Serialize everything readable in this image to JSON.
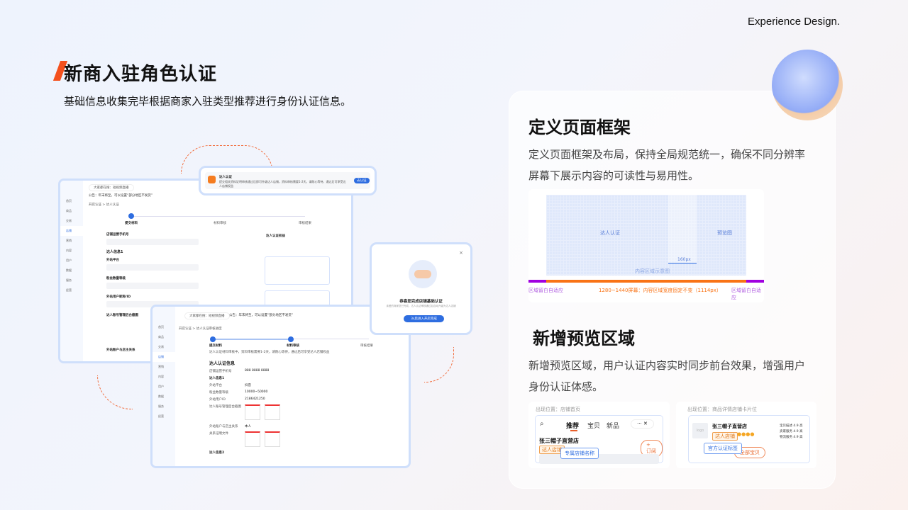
{
  "brand": "Experience Design.",
  "header": {
    "title": "新商入驻角色认证",
    "subtitle": "基础信息收集完毕根据商家入驻类型推荐进行身份认证信息。"
  },
  "section1": {
    "title": "定义页面框架",
    "desc_line1": "定义页面框架及布局，保持全局规范统一，确保不同分辨率",
    "desc_line2": "屏幕下展示内容的可读性与易用性。",
    "diagram": {
      "main_label": "达人认证",
      "preview_label": "预览图",
      "gap_label": "160px",
      "content_label": "内容区域示意图",
      "left_label": "区域留白自适应",
      "center_label": "1280~1440屏幕：内容区域宽度固定不变（1114px）",
      "right_label": "区域留白自适应",
      "colors": {
        "margin": "#a000e0",
        "content": "#f97316"
      }
    }
  },
  "section2": {
    "title": "新增预览区域",
    "desc_line1": "新增预览区域，用户认证内容实时同步前台效果，增强用户",
    "desc_line2": "身份认证体感。",
    "preview1": {
      "location": "出现位置：店铺首页",
      "tabs": [
        "推荐",
        "宝贝",
        "新品"
      ],
      "shop": "张三帽子直营店",
      "tag": "达人店铺",
      "subscribe": "+ 订阅",
      "tip": "专属店铺名称"
    },
    "preview2": {
      "location": "出现位置：商品详情店铺卡片位",
      "logo": "logo",
      "shop": "张三帽子直营店",
      "tag": "达人店铺",
      "ratings": [
        "宝贝描述 4.9 高",
        "卖家服务 4.9 高",
        "物流服务 4.9 高"
      ],
      "tip": "官方认证标签",
      "all": "全部宝贝"
    }
  },
  "mock1": {
    "search": "大家都在搜：短视频直播",
    "notice": "公告：年末将至，可以设置“部分地区不发货”",
    "nav": [
      "首页",
      "商品",
      "交易",
      "店铺",
      "营销",
      "内容",
      "用户",
      "数据",
      "服务",
      "经营"
    ],
    "breadcrumb": "开店认证 > 达人认证",
    "steps": [
      "提交材料",
      "材料审核",
      "审核结果"
    ],
    "form": [
      "店铺运营手机号",
      "达人信息1",
      "外站平台",
      "粉丝数量等级",
      "外站用户昵称/ID",
      "达人账号管理后台截图",
      "外站账户与店主关系"
    ],
    "benefit_title": "达人认证权益"
  },
  "notification": {
    "title": "达人认证",
    "text": "提交相关资料证明审核通过后即可升级达人店铺，资料审核需要1-2天，请耐心等待，通过后可享受达人店铺权益",
    "button": "去认证"
  },
  "mock2": {
    "breadcrumb": "开店认证 > 达人认证审核进度",
    "status": "达人认证材料审核中，资料审核需要1-2天，请耐心等待，通过后可享受达人店铺权益",
    "section": "达人认证信息",
    "rows": [
      [
        "店铺运营手机号",
        "888 8888 8888"
      ],
      [
        "外站平台",
        "抖音"
      ],
      [
        "粉丝数量等级",
        "10000~50000"
      ],
      [
        "外站用户ID",
        "2186421250"
      ],
      [
        "达人账号管理后台截图",
        ""
      ],
      [
        "外站账户与店主关系",
        "本人"
      ],
      [
        "关系证明文件",
        ""
      ]
    ],
    "info1": "达人信息1",
    "info2": "达人信息2"
  },
  "modal": {
    "title": "恭喜您完成店铺基础认证",
    "text": "亲爱的商家您已完成，达人认证审核通过后自动升级为达人店铺",
    "button": "3s后进入开店完成"
  }
}
